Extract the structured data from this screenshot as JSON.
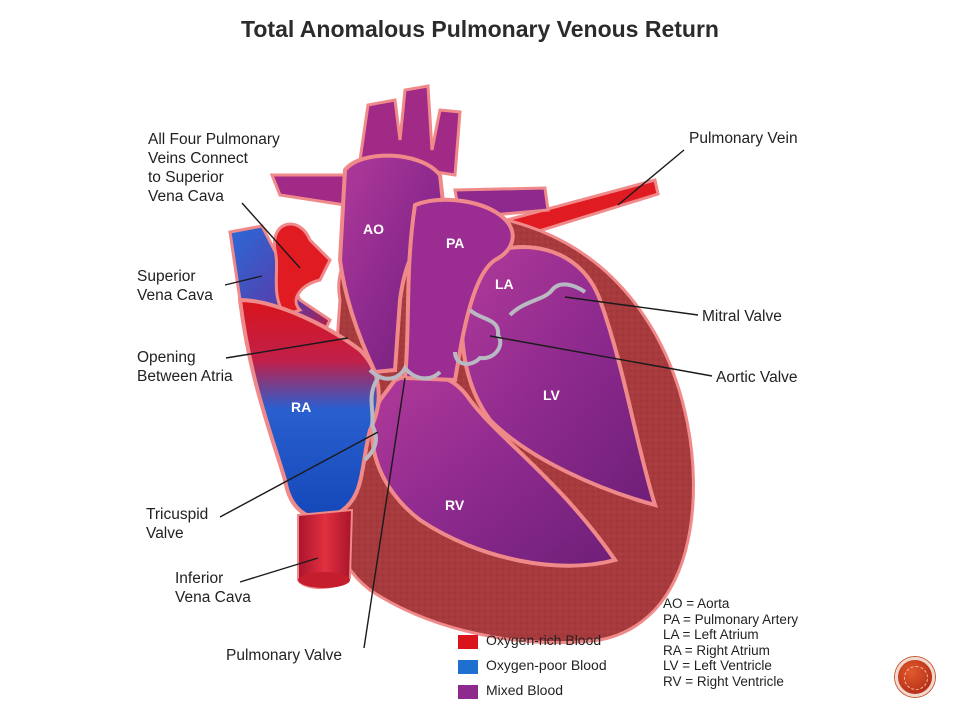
{
  "title": "Total Anomalous Pulmonary Venous Return",
  "chambers": {
    "ao": "AO",
    "pa": "PA",
    "la": "LA",
    "lv": "LV",
    "ra": "RA",
    "rv": "RV"
  },
  "labels": {
    "all_four": [
      "All Four Pulmonary",
      "Veins Connect",
      "to Superior",
      "Vena Cava"
    ],
    "svc": [
      "Superior",
      "Vena Cava"
    ],
    "opening": [
      "Opening",
      "Between Atria"
    ],
    "tricuspid": [
      "Tricuspid",
      "Valve"
    ],
    "ivc": [
      "Inferior",
      "Vena Cava"
    ],
    "pulmonary_valve": "Pulmonary Valve",
    "pulmonary_vein": "Pulmonary Vein",
    "mitral": "Mitral Valve",
    "aortic": "Aortic Valve"
  },
  "legend": [
    {
      "label": "Oxygen-rich Blood",
      "color": "#d9141b"
    },
    {
      "label": "Oxygen-poor Blood",
      "color": "#1f6fd1"
    },
    {
      "label": "Mixed Blood",
      "color": "#8e2a8e"
    }
  ],
  "abbreviations": [
    "AO = Aorta",
    "PA = Pulmonary Artery",
    "LA = Left Atrium",
    "RA = Right Atrium",
    "LV = Left Ventricle",
    "RV = Right Ventricle"
  ],
  "colors": {
    "myocardium": "#a63a3c",
    "oxygen_rich": "#d9141b",
    "oxygen_poor": "#1f55c8",
    "mixed": "#8e2a8e",
    "outline": "#f08a8a",
    "valve": "#b9b9c4"
  }
}
